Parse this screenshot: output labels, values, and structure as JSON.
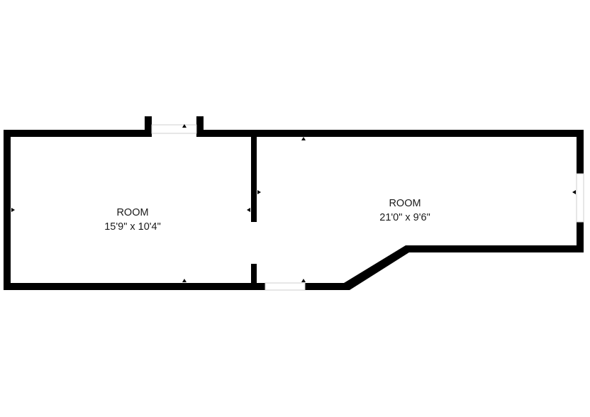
{
  "floorplan": {
    "rooms": [
      {
        "name": "ROOM",
        "dimensions": "15'9\" x 10'4\""
      },
      {
        "name": "ROOM",
        "dimensions": "21'0\" x 9'6\""
      }
    ],
    "colors": {
      "wall": "#000000",
      "background": "#ffffff",
      "text": "#1a1a1a"
    }
  }
}
